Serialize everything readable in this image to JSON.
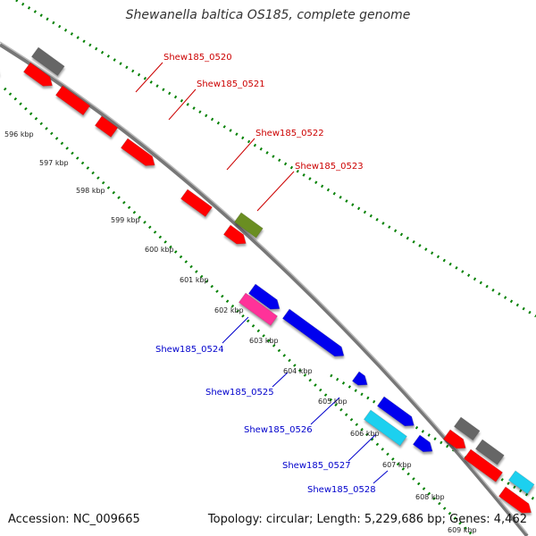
{
  "title": "Shewanella baltica OS185, complete genome",
  "accession": "Accession: NC_009665",
  "summary": "Topology: circular; Length: 5,229,686 bp; Genes: 4,462",
  "ticks": [
    "596 kbp",
    "597 kbp",
    "598 kbp",
    "599 kbp",
    "600 kbp",
    "601 kbp",
    "602 kbp",
    "603 kbp",
    "604 kbp",
    "605 kbp",
    "606 kbp",
    "607 kbp",
    "608 kbp",
    "609 kbp"
  ],
  "gene_labels": [
    "Shew185_0520",
    "Shew185_0521",
    "Shew185_0522",
    "Shew185_0523",
    "Shew185_0524",
    "Shew185_0525",
    "Shew185_0526",
    "Shew185_0527",
    "Shew185_0528"
  ],
  "colors": {
    "backbone": "#888888",
    "red": "#ff0000",
    "gray": "#666666",
    "olive": "#6b8e23",
    "blue": "#0000ee",
    "magenta": "#ff3399",
    "cyan": "#1fd0ef",
    "dots": "#008000",
    "label_red": "#cc0000",
    "label_blue": "#0000cc"
  }
}
